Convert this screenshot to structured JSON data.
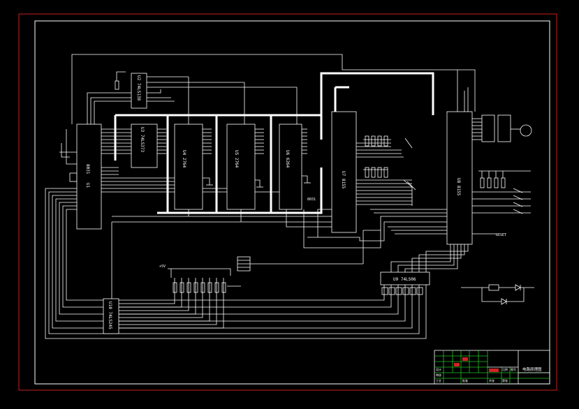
{
  "colors": {
    "background": "#000000",
    "frame_outer": "#c81e1e",
    "wire": "#ffffff",
    "title_grid": "#22c322",
    "title_accent": "#d22222",
    "title_text": "#ffffff"
  },
  "chips": {
    "u1": {
      "label": "U1",
      "part": "8031"
    },
    "u2": {
      "label": "U2 74LS138"
    },
    "u3": {
      "label": "U3 74LS373"
    },
    "u4": {
      "label": "U4 2764"
    },
    "u5": {
      "label": "U5 2764"
    },
    "u6": {
      "label": "U6 6264"
    },
    "u7": {
      "label": "U7 8155"
    },
    "u8": {
      "label": "U8 8155"
    },
    "u9": {
      "label": "U9 74LS06"
    },
    "u10": {
      "label": "U10 74LS245"
    }
  },
  "notes": {
    "vcc_net": "+5V",
    "clock_net": "8031",
    "res_net": "RESET"
  },
  "title_block": {
    "drawing_name": "电路原理图",
    "cells": [
      "设计",
      "审核",
      "工艺",
      "批准",
      "比例",
      "图号",
      "共张",
      "第张"
    ]
  }
}
